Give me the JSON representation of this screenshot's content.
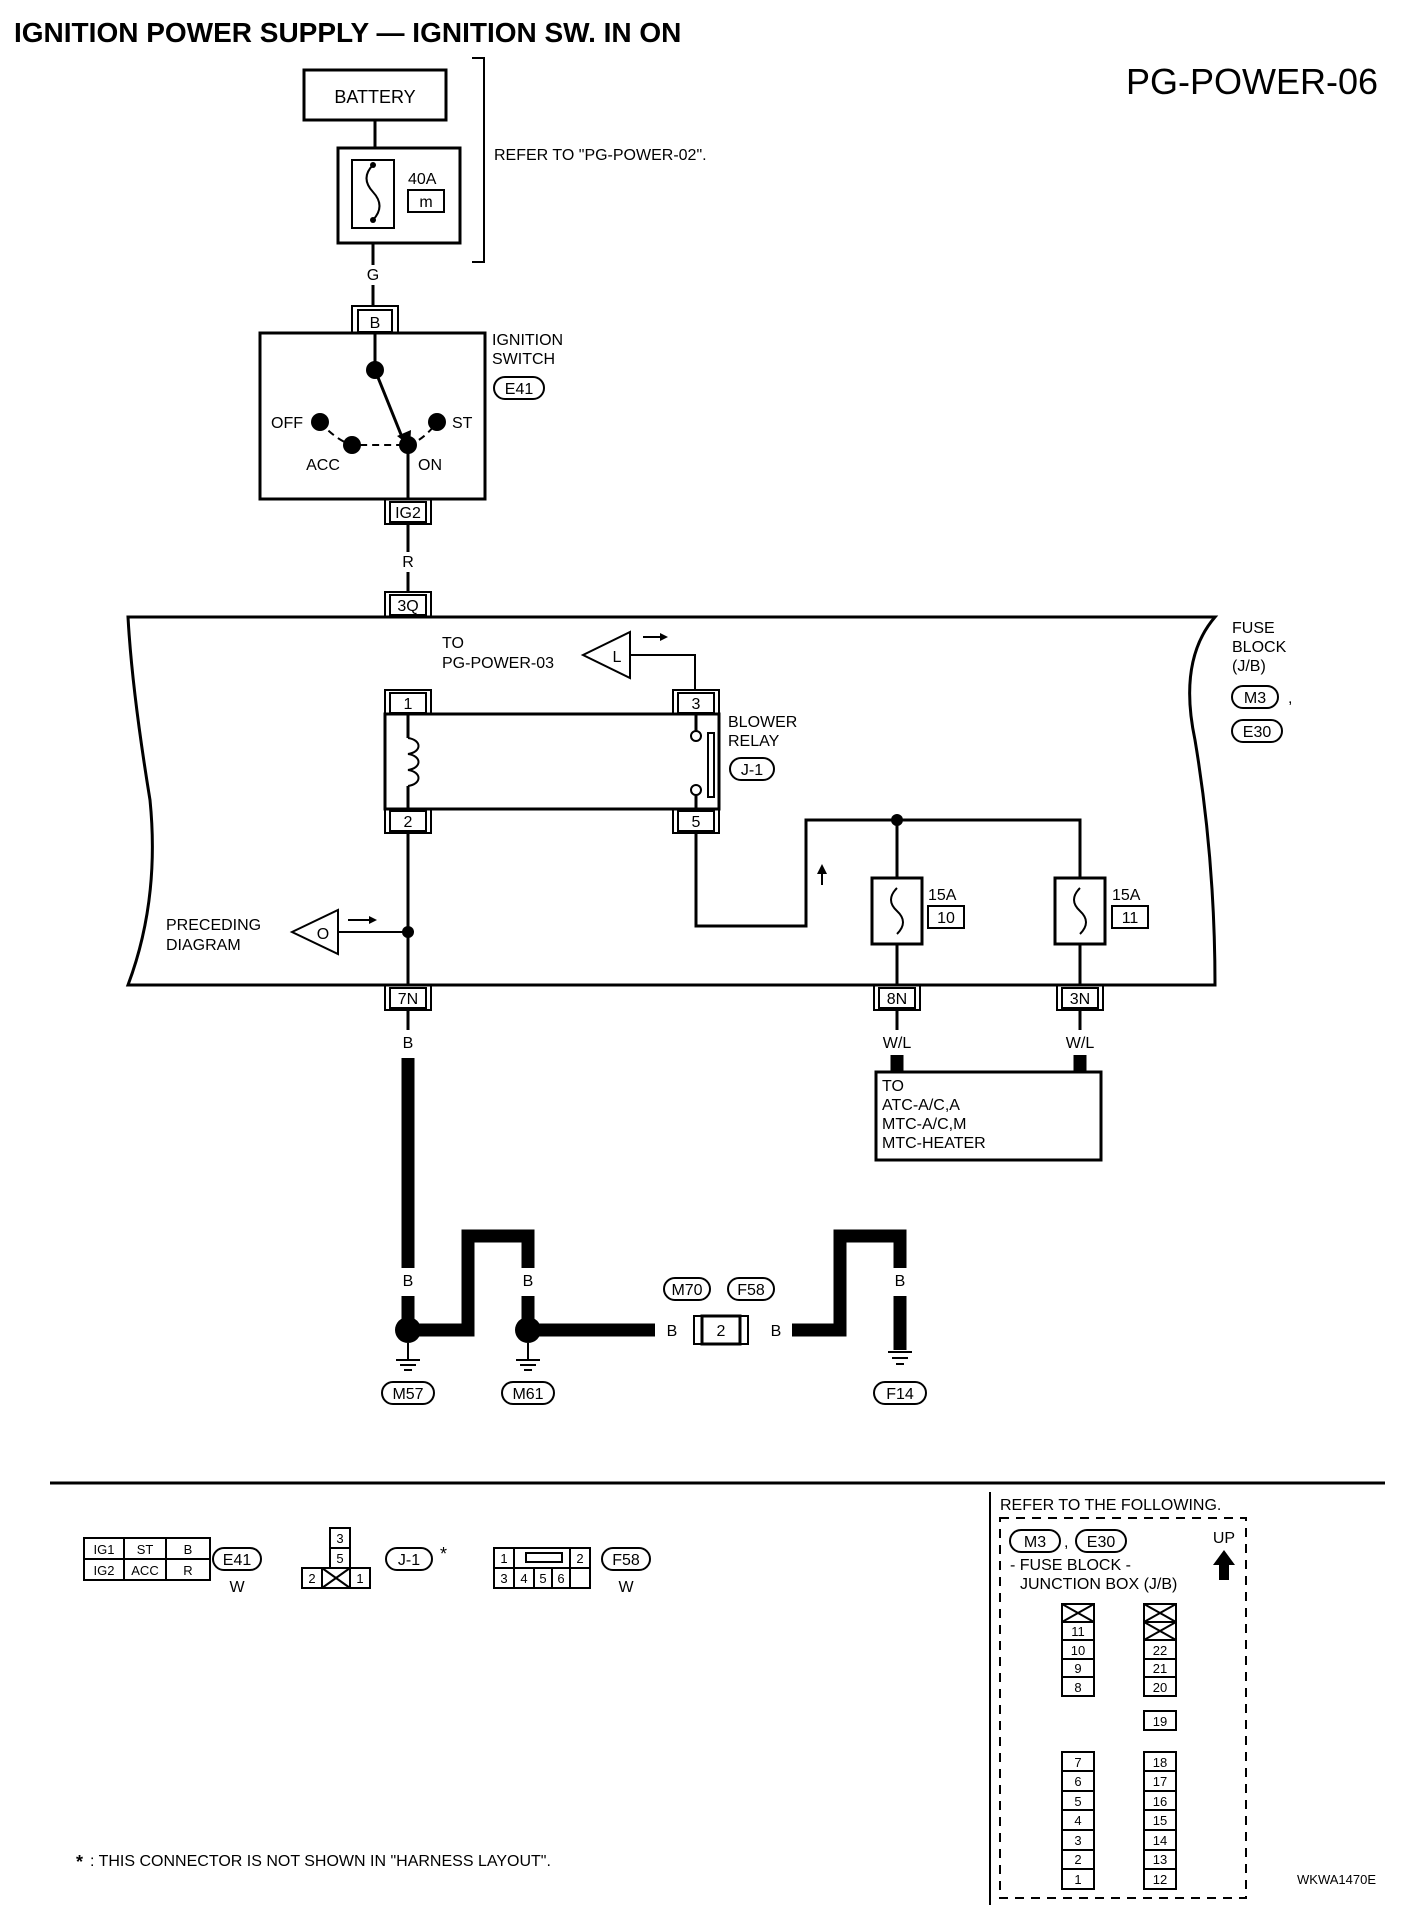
{
  "header": {
    "title": "IGNITION POWER SUPPLY — IGNITION SW. IN ON",
    "page_code": "PG-POWER-06"
  },
  "battery": {
    "label": "BATTERY",
    "fuse_rating": "40A",
    "fuse_letter": "m",
    "refer": "REFER TO \"PG-POWER-02\"."
  },
  "wires": {
    "g": "G",
    "r": "R",
    "b": "B",
    "wl": "W/L"
  },
  "ignition_switch": {
    "title_line1": "IGNITION",
    "title_line2": "SWITCH",
    "connector": "E41",
    "terminal_in": "B",
    "terminal_out": "IG2",
    "positions": {
      "off": "OFF",
      "acc": "ACC",
      "on": "ON",
      "st": "ST"
    }
  },
  "fuse_block": {
    "title_line1": "FUSE",
    "title_line2": "BLOCK",
    "title_line3": "(J/B)",
    "connector1": "M3",
    "connector2": "E30",
    "separator": ",",
    "entry_terminal": "3Q",
    "to_label_line1": "TO",
    "to_label_line2": "PG-POWER-03",
    "to_flag": "L",
    "preceding_line1": "PRECEDING",
    "preceding_line2": "DIAGRAM",
    "preceding_flag": "O",
    "relay": {
      "title_line1": "BLOWER",
      "title_line2": "RELAY",
      "connector": "J-1",
      "pin1": "1",
      "pin2": "2",
      "pin3": "3",
      "pin5": "5"
    },
    "fuse10": {
      "rating": "15A",
      "number": "10"
    },
    "fuse11": {
      "rating": "15A",
      "number": "11"
    },
    "out_7n": "7N",
    "out_8n": "8N",
    "out_3n": "3N"
  },
  "to_box": {
    "line1": "TO",
    "line2": "ATC-A/C,A",
    "line3": "MTC-A/C,M",
    "line4": "MTC-HEATER"
  },
  "grounds": {
    "m57": "M57",
    "m61": "M61",
    "f14": "F14",
    "conn_m70": "M70",
    "conn_f58": "F58",
    "inline_pin": "2"
  },
  "legend": {
    "e41_cells": [
      "IG1",
      "ST",
      "B",
      "IG2",
      "ACC",
      "R"
    ],
    "e41_code": "E41",
    "e41_color": "W",
    "j1_cells": [
      "3",
      "5",
      "2",
      "1"
    ],
    "j1_code": "J-1",
    "star": "*",
    "f58_cells": [
      "1",
      "2",
      "3",
      "4",
      "5",
      "6"
    ],
    "f58_code": "F58",
    "f58_color": "W",
    "footnote_star": "*",
    "footnote": ": THIS CONNECTOR IS NOT SHOWN IN \"HARNESS LAYOUT\".",
    "refer_title": "REFER TO THE FOLLOWING.",
    "refer_conn1": "M3",
    "refer_conn2": "E30",
    "refer_sep": ",",
    "refer_line1": "- FUSE BLOCK -",
    "refer_line2": "JUNCTION BOX (J/B)",
    "up": "UP",
    "left_col_top": [
      "11",
      "10",
      "9",
      "8"
    ],
    "left_col_bottom": [
      "7",
      "6",
      "5",
      "4",
      "3",
      "2",
      "1"
    ],
    "right_col_top": [
      "22",
      "21",
      "20"
    ],
    "right_col_mid": "19",
    "right_col_bottom": [
      "18",
      "17",
      "16",
      "15",
      "14",
      "13",
      "12"
    ]
  },
  "doc_id": "WKWA1470E"
}
